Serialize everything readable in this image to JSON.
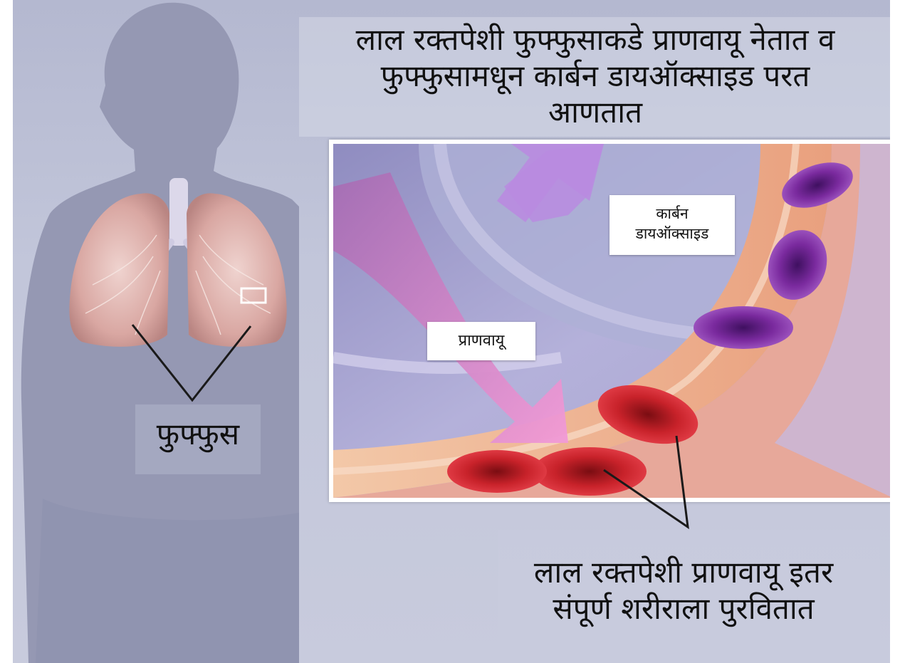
{
  "title": {
    "line1": "लाल रक्तपेशी फुफ्फुसाकडे प्राणवायू नेतात व",
    "line2": "फुफ्फुसामधून कार्बन डायऑक्साइड परत",
    "line3": "आणतात"
  },
  "labels": {
    "co2_line1": "कार्बन",
    "co2_line2": "डायऑक्साइड",
    "oxygen": "प्राणवायू",
    "lungs": "फुफ्फुस"
  },
  "caption": {
    "line1": "लाल रक्तपेशी प्राणवायू इतर",
    "line2": "संपूर्ण शरीराला पुरवितात"
  },
  "colors": {
    "background": "#b4b8d0",
    "silhouette": "#9598b3",
    "lung": "#d9a7a2",
    "rbc_oxygenated": "#c8222a",
    "rbc_deoxygenated": "#7a2a9e",
    "oxygen_arrow": "#e58cc8",
    "co2_arrow": "#b98be0"
  }
}
